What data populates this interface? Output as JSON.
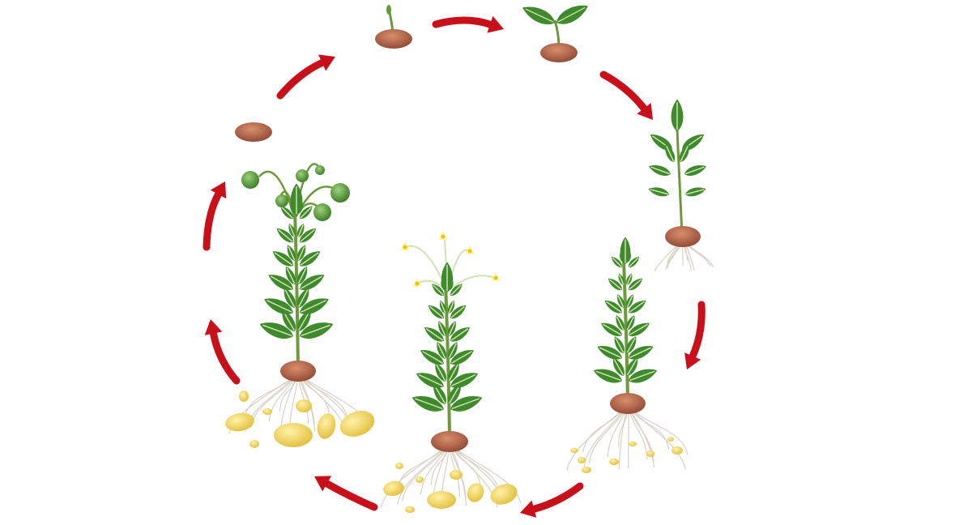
{
  "diagram": {
    "type": "cycle",
    "background": "#ffffff",
    "colors": {
      "arrow": "#c8101a",
      "leaf": "#3f8a2c",
      "leaf_dark": "#2b6a1e",
      "vein": "#d7e7b4",
      "stem": "#6c9a3a",
      "seed_potato": "#a8583f",
      "seed_potato_light": "#d98f6c",
      "new_tuber": "#f0d35a",
      "tuber_highlight": "#fff2a6",
      "root": "#d9d0c5",
      "flower": "#fff6a8",
      "berry": "#5c9f3c"
    },
    "stages": [
      {
        "id": "seed-potato",
        "icon": "seed-potato-icon"
      },
      {
        "id": "sprouting-potato",
        "icon": "sprouting-potato-icon"
      },
      {
        "id": "seedling",
        "icon": "seedling-icon"
      },
      {
        "id": "young-plant-with-roots",
        "icon": "young-plant-icon"
      },
      {
        "id": "plant-with-tuber-initiation",
        "icon": "tuber-initiation-plant-icon"
      },
      {
        "id": "flowering-plant-with-tubers",
        "icon": "flowering-plant-icon"
      },
      {
        "id": "fruiting-plant-with-mature-tubers",
        "icon": "fruiting-plant-icon"
      }
    ],
    "arrows": 7
  }
}
